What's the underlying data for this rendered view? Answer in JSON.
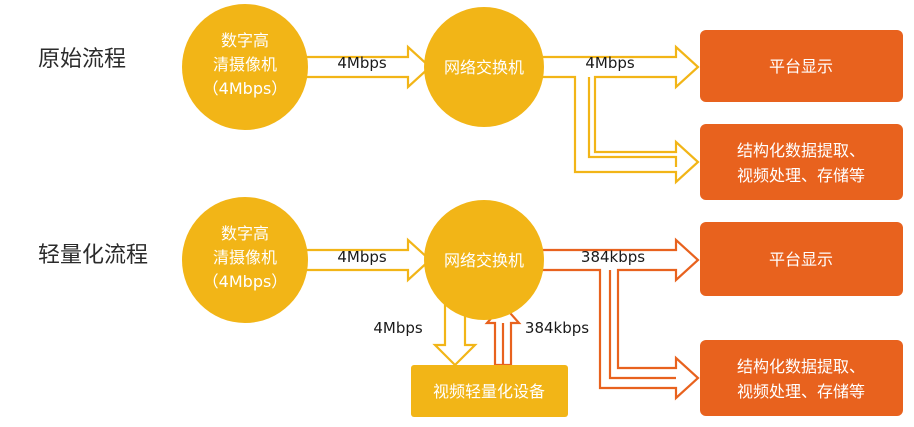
{
  "colors": {
    "yellow": "#f2b517",
    "orange": "#e8621e",
    "text": "#2b2b2b"
  },
  "original": {
    "label": "原始流程",
    "camera": [
      "数字高",
      "清摄像机",
      "（4Mbps）"
    ],
    "switch": "网络交换机",
    "rate_in": "4Mbps",
    "rate_out": "4Mbps",
    "target1": "平台显示",
    "target2": [
      "结构化数据提取、",
      "视频处理、存储等"
    ]
  },
  "lightweight": {
    "label": "轻量化流程",
    "camera": [
      "数字高",
      "清摄像机",
      "（4Mbps）"
    ],
    "switch": "网络交换机",
    "rate_in": "4Mbps",
    "rate_out": "384kbps",
    "target1": "平台显示",
    "target2": [
      "结构化数据提取、",
      "视频处理、存储等"
    ],
    "device": "视频轻量化设备",
    "rate_down": "4Mbps",
    "rate_up": "384kbps"
  }
}
